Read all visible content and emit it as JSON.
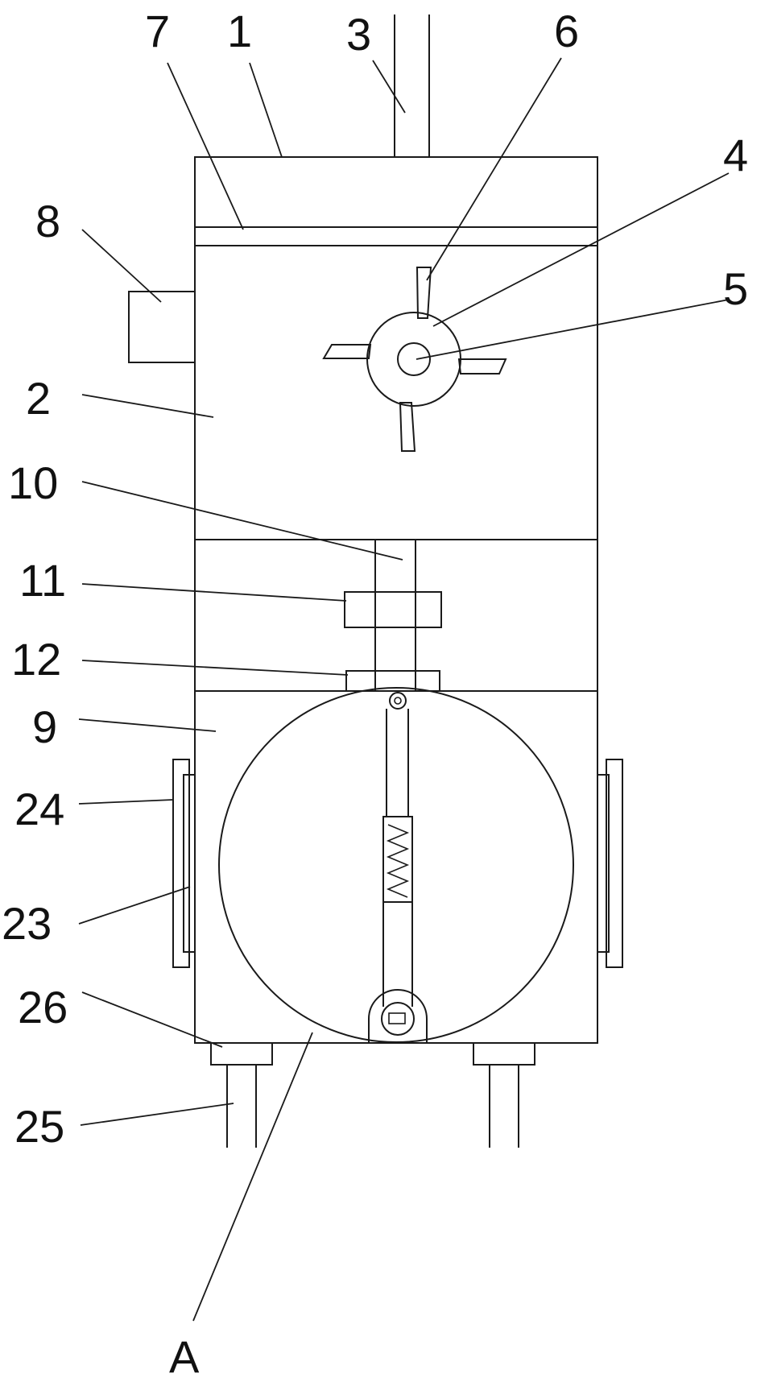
{
  "labels": {
    "l7": "7",
    "l1": "1",
    "l3": "3",
    "l6": "6",
    "l4": "4",
    "l5": "5",
    "l8": "8",
    "l2": "2",
    "l10": "10",
    "l11": "11",
    "l12": "12",
    "l9": "9",
    "l24": "24",
    "l23": "23",
    "l26": "26",
    "l25": "25",
    "lA": "A"
  }
}
